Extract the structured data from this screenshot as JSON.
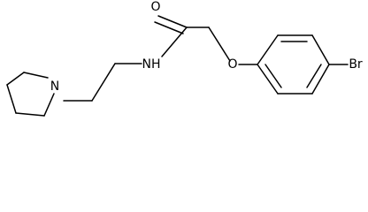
{
  "molecule": {
    "atoms": {
      "oxygen_carbonyl": "O",
      "nitrogen_amide": "NH",
      "nitrogen_ring": "N",
      "oxygen_ether": "O",
      "bromine": "Br"
    }
  },
  "colors": {
    "bond": "#000000",
    "label": "#000000",
    "background": "#ffffff"
  }
}
